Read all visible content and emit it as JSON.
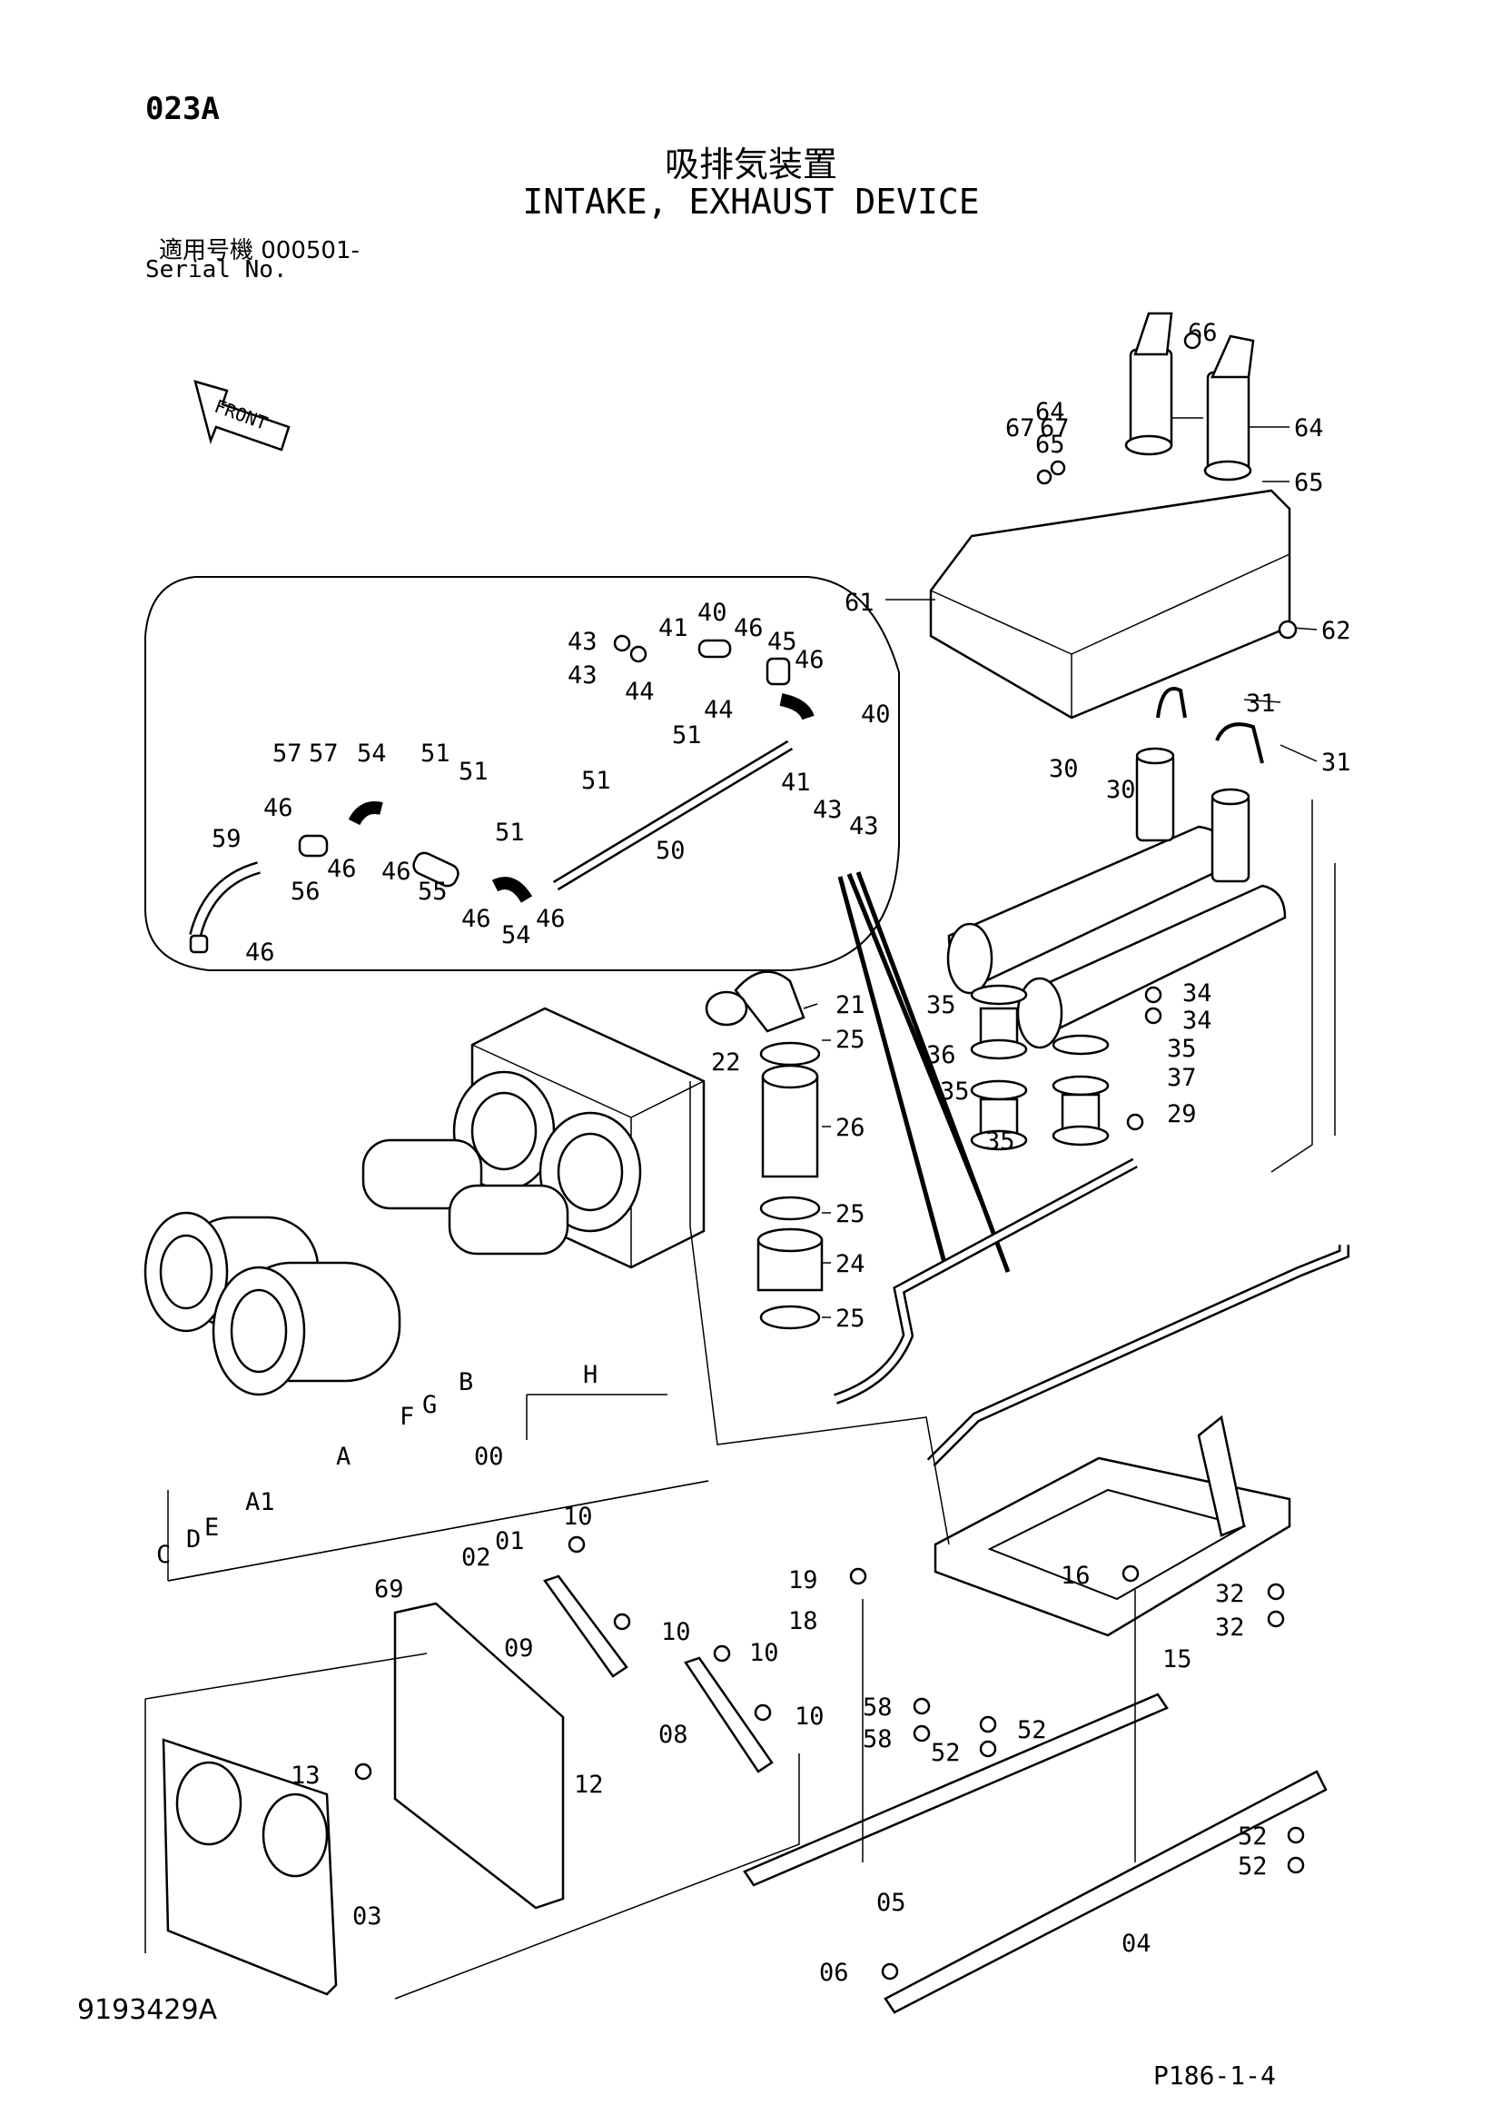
{
  "header": {
    "page_code": "023A",
    "title_jp": "吸排気装置",
    "title_en": "INTAKE, EXHAUST DEVICE",
    "serial_jp": "適用号機  000501-",
    "serial_en": "Serial No."
  },
  "front_label": "FRONT",
  "footer": {
    "drawing_no": "9193429A",
    "page_ref": "P186-1-4"
  },
  "callouts": {
    "c66": "66",
    "c64a": "64",
    "c64b": "64",
    "c67a": "67",
    "c67b": "67",
    "c65a": "65",
    "c65b": "65",
    "c61": "61",
    "c62": "62",
    "c31a": "31",
    "c31b": "31",
    "c30a": "30",
    "c30b": "30",
    "c43a": "43",
    "c43b": "43",
    "c41a": "41",
    "c40a": "40",
    "c46a": "46",
    "c45": "45",
    "c46b": "46",
    "c44a": "44",
    "c44b": "44",
    "c40b": "40",
    "c51a": "51",
    "c41b": "41",
    "c43c": "43",
    "c43d": "43",
    "c57a": "57",
    "c57b": "57",
    "c54a": "54",
    "c51b": "51",
    "c51c": "51",
    "c51d": "51",
    "c51e": "51",
    "c59": "59",
    "c46c": "46",
    "c46d": "46",
    "c56": "56",
    "c46e": "46",
    "c55": "55",
    "c50": "50",
    "c46f": "46",
    "c54b": "54",
    "c46g": "46",
    "c46h": "46",
    "c21": "21",
    "c22": "22",
    "c25a": "25",
    "c26": "26",
    "c25b": "25",
    "c24": "24",
    "c25c": "25",
    "c35a": "35",
    "c36": "36",
    "c35b": "35",
    "c35c": "35",
    "c34a": "34",
    "c34b": "34",
    "c35d": "35",
    "c37": "37",
    "c29": "29",
    "cH": "H",
    "c00": "00",
    "cA": "A",
    "cA1": "A1",
    "cF": "F",
    "cG": "G",
    "cB": "B",
    "cC": "C",
    "cD": "D",
    "cE": "E",
    "c10a": "10",
    "c02": "02",
    "c01": "01",
    "c69": "69",
    "c10b": "10",
    "c09": "09",
    "c10c": "10",
    "c10d": "10",
    "c08": "08",
    "c13": "13",
    "c12": "12",
    "c03": "03",
    "c19": "19",
    "c16": "16",
    "c32a": "32",
    "c18": "18",
    "c32b": "32",
    "c15": "15",
    "c58a": "58",
    "c58b": "58",
    "c52a": "52",
    "c52b": "52",
    "c52c": "52",
    "c52d": "52",
    "c05": "05",
    "c04": "04",
    "c06": "06"
  }
}
